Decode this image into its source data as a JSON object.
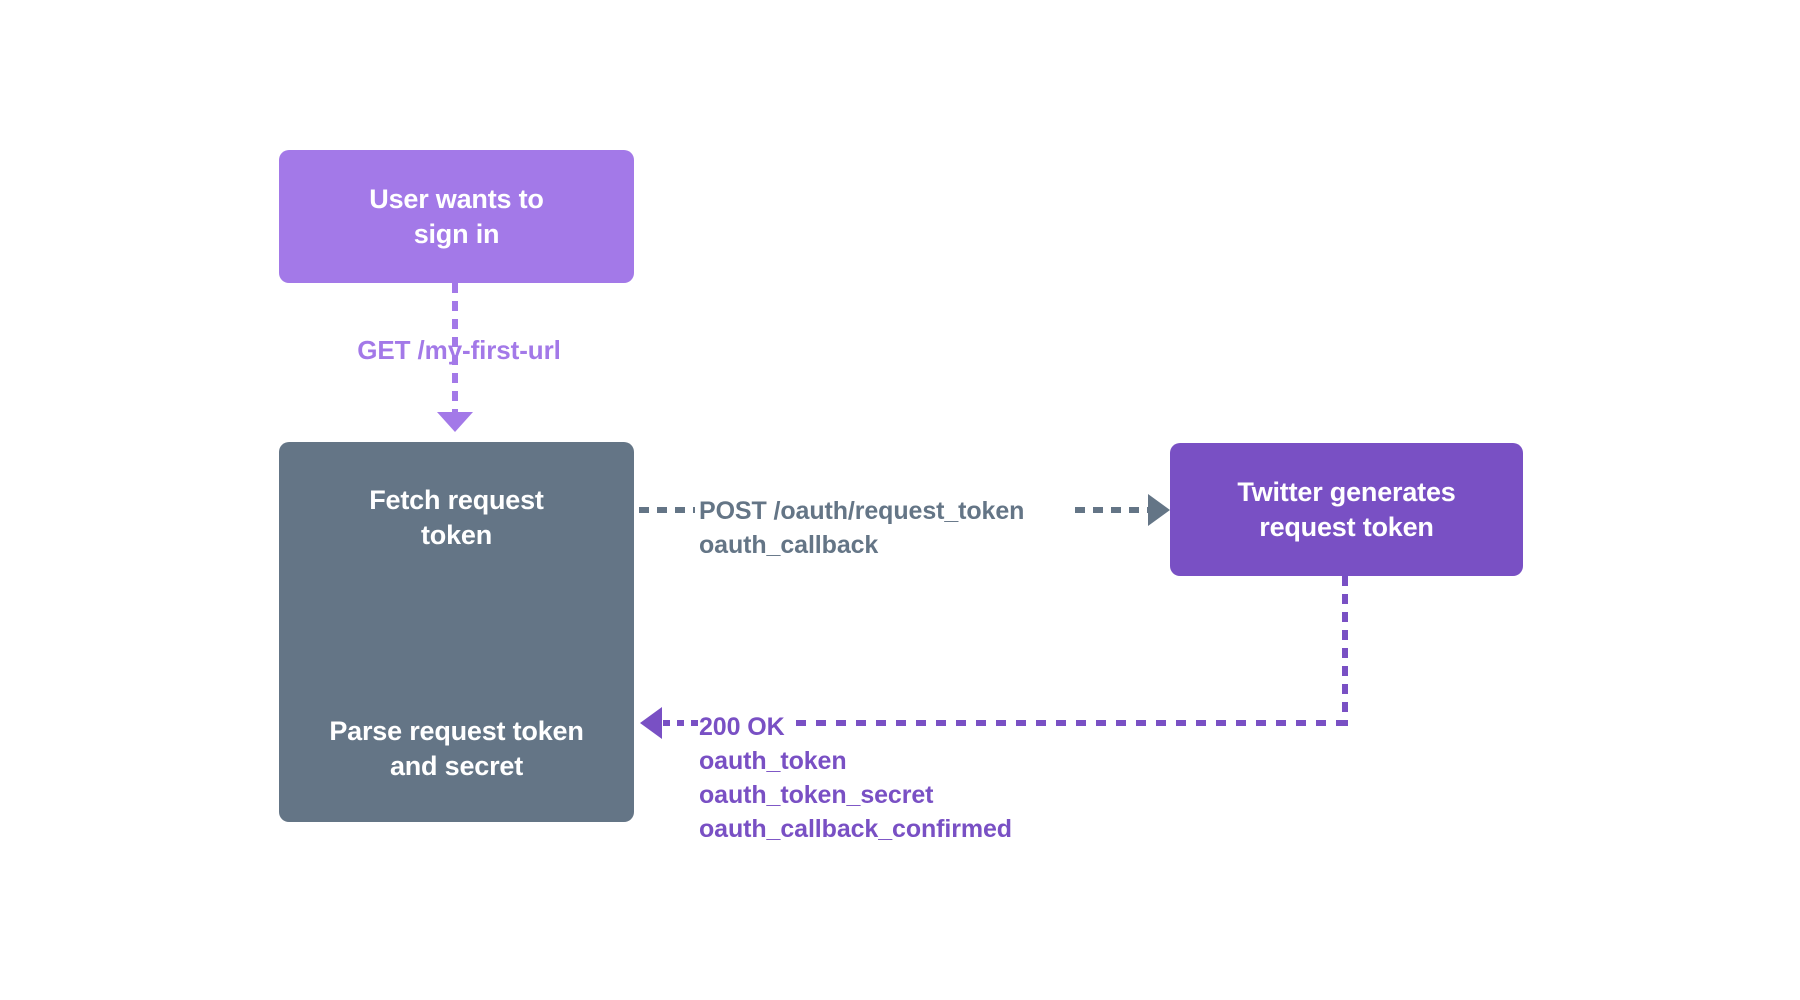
{
  "diagram": {
    "title": "Twitter OAuth request token flow",
    "background_color": "#ffffff",
    "palette": {
      "light_purple": "#a379e8",
      "dark_purple": "#7950c4",
      "slate_gray": "#647586",
      "node_text": "#ffffff"
    },
    "nodes": [
      {
        "id": "user",
        "label": "User wants to\nsign in",
        "fill": "#a379e8",
        "text_color": "#ffffff"
      },
      {
        "id": "app",
        "label_top": "Fetch request\ntoken",
        "label_bottom": "Parse request token\nand secret",
        "fill": "#647586",
        "text_color": "#ffffff"
      },
      {
        "id": "twitter",
        "label": "Twitter generates\nrequest token",
        "fill": "#7950c4",
        "text_color": "#ffffff"
      }
    ],
    "edges": [
      {
        "id": "user-to-app",
        "label": "GET /my-first-url",
        "color": "#a379e8",
        "style": "dashed",
        "direction": "down"
      },
      {
        "id": "app-to-twitter",
        "label": "POST /oauth/request_token\noauth_callback",
        "color": "#647586",
        "style": "dashed",
        "direction": "right"
      },
      {
        "id": "twitter-to-app",
        "label": "200 OK\noauth_token\noauth_token_secret\noauth_callback_confirmed",
        "color": "#7950c4",
        "style": "dashed",
        "direction": "left"
      }
    ]
  }
}
